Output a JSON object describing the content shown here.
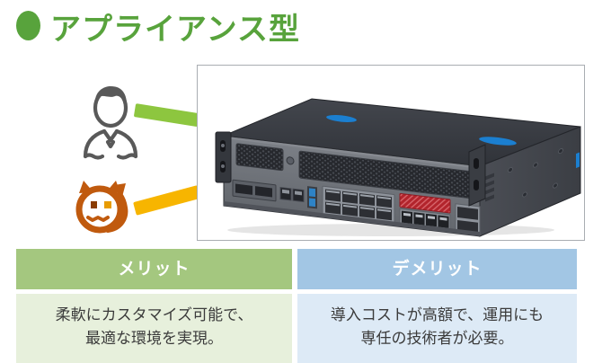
{
  "page": {
    "background": "#FFFFFF"
  },
  "header": {
    "bullet_color": "#58A33C",
    "title": "アプライアンス型",
    "title_color": "#58A33C"
  },
  "diagram": {
    "user_icon_color": "#595959",
    "attacker_icon_color": "#C05A0E",
    "user_arrow_color": "#8DC63F",
    "attacker_arrow_color": "#F7B500",
    "appliance_logo_color": "#1B7FD0"
  },
  "table": {
    "header_text_color": "#FFFFFF",
    "body_text_color": "#3B3B3B",
    "columns": [
      {
        "header": "メリット",
        "header_bg": "#A4C77F",
        "body_bg": "#E7F0DC",
        "line1": "柔軟にカスタマイズ可能で、",
        "line2": "最適な環境を実現。"
      },
      {
        "header": "デメリット",
        "header_bg": "#A2C6E4",
        "body_bg": "#DDEAF6",
        "line1": "導入コストが高額で、運用にも",
        "line2": "専任の技術者が必要。"
      }
    ]
  }
}
